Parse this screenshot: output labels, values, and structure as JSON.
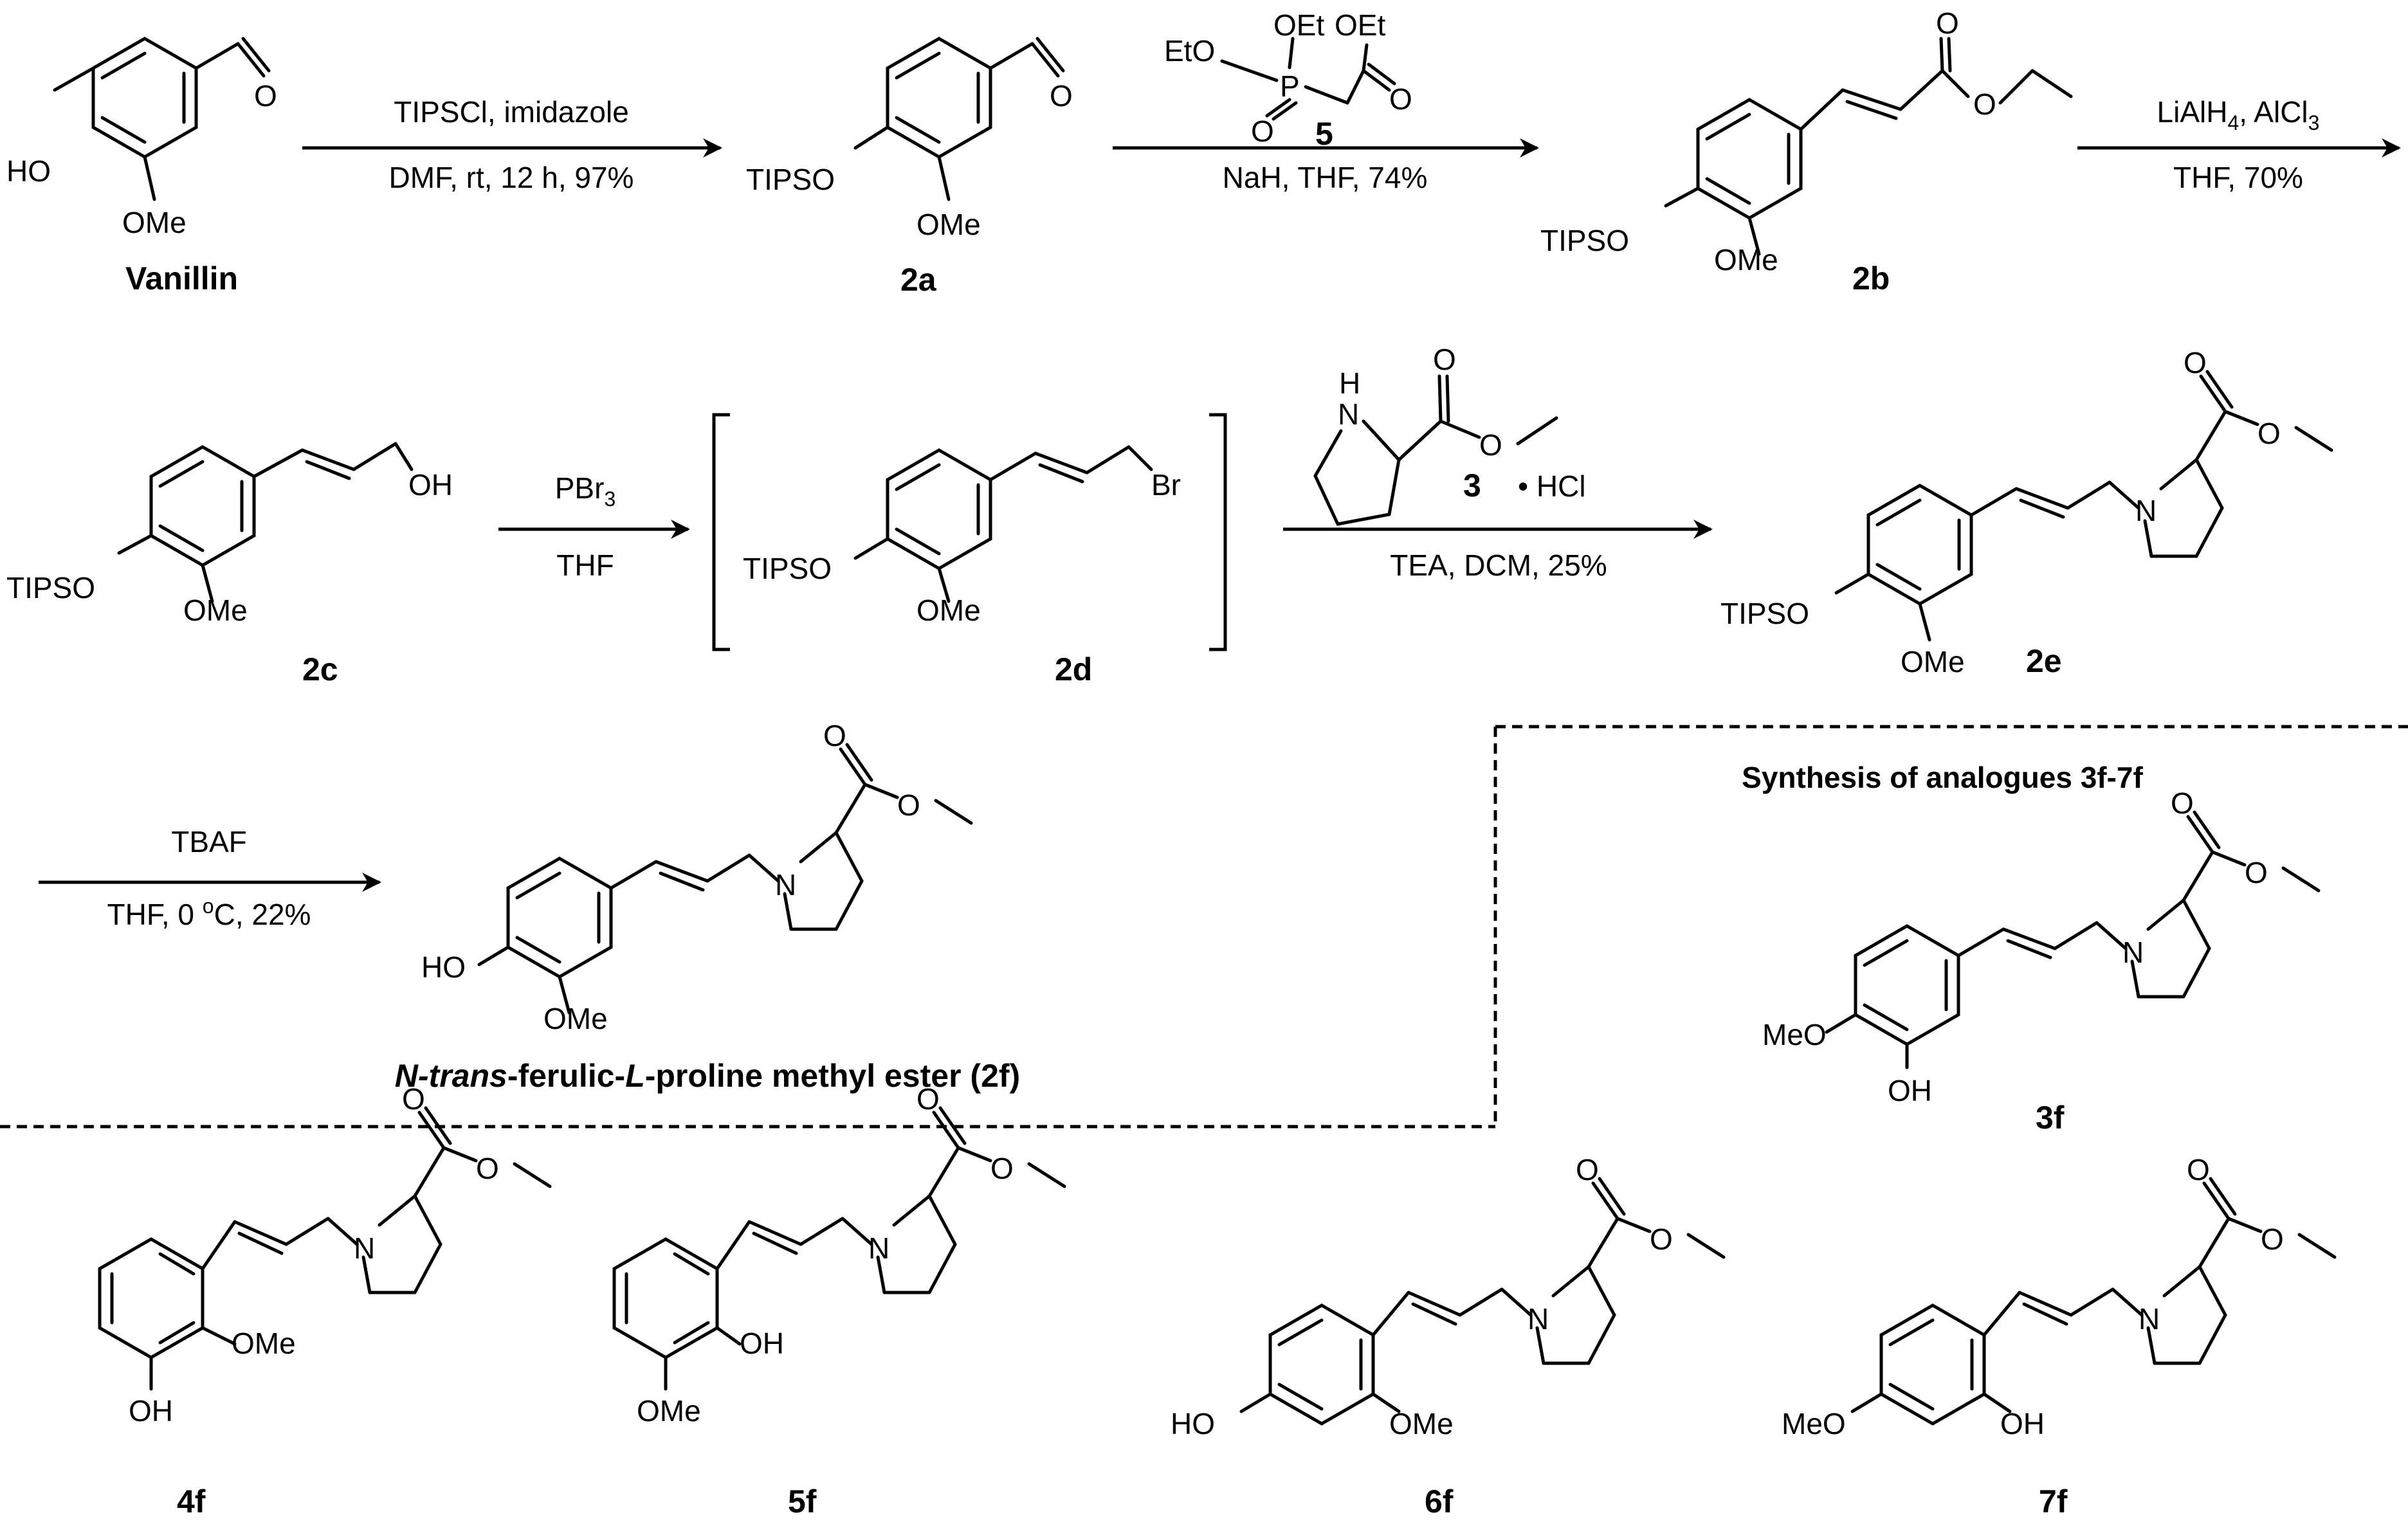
{
  "compounds": {
    "vanillin": "Vanillin",
    "c2a": "2a",
    "c2b": "2b",
    "c2c": "2c",
    "c2d": "2d",
    "c2e": "2e",
    "reagent5": "5",
    "reagent3": "3",
    "c3f": "3f",
    "c4f": "4f",
    "c5f": "5f",
    "c6f": "6f",
    "c7f": "7f",
    "final_prefix_n": "N",
    "final_prefix_trans": "-trans",
    "final_mid": "-ferulic-",
    "final_l": "L",
    "final_rest": "-proline methyl ester (2f)"
  },
  "conditions": {
    "step1_above": "TIPSCl, imidazole",
    "step1_below": "DMF, rt, 12 h, 97%",
    "step2_below": "NaH, THF, 74%",
    "step3_above_a": "LiAlH",
    "step3_above_sub": "4",
    "step3_above_b": ", AlCl",
    "step3_above_sub2": "3",
    "step3_below": "THF, 70%",
    "step4_above_a": "PBr",
    "step4_above_sub": "3",
    "step4_below": "THF",
    "step5_salt": "• HCl",
    "step5_below": "TEA, DCM, 25%",
    "step6_above": "TBAF",
    "step6_below_a": "THF, 0 ",
    "step6_below_sup": "o",
    "step6_below_b": "C, 22%"
  },
  "atoms": {
    "HO": "HO",
    "OH": "OH",
    "OMe": "OMe",
    "MeO": "MeO",
    "TIPSO": "TIPSO",
    "O": "O",
    "N": "N",
    "H": "H",
    "Br": "Br",
    "P": "P",
    "EtO": "EtO",
    "OEt": "OEt"
  },
  "section_title": "Synthesis of analogues 3f-7f"
}
